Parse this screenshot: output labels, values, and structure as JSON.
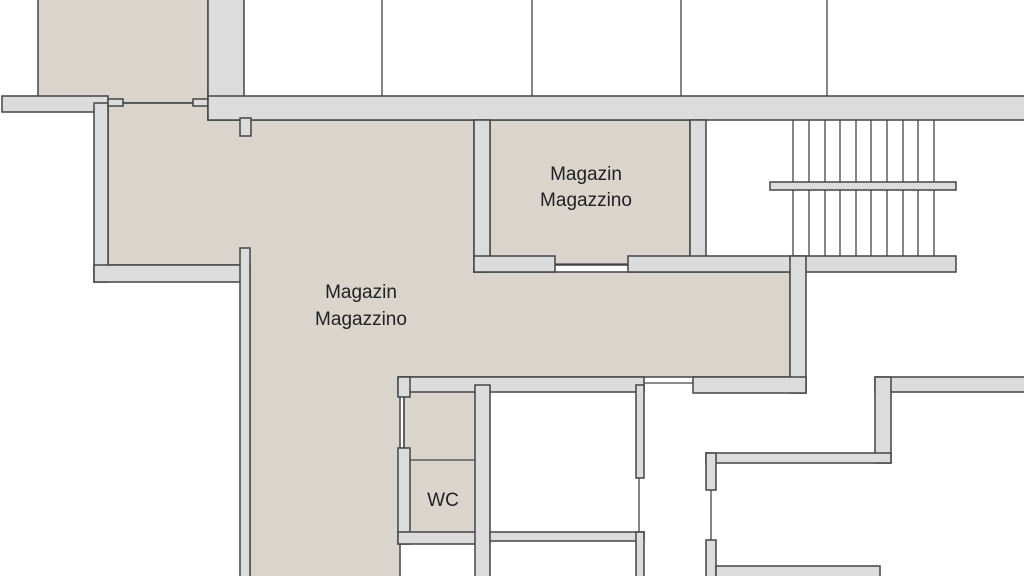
{
  "rooms": {
    "main": {
      "line1": "Magazin",
      "line2": "Magazzino"
    },
    "storage": {
      "line1": "Magazin",
      "line2": "Magazzino"
    },
    "wc": {
      "label": "WC"
    }
  },
  "colors": {
    "room_fill": "#d9d4cc",
    "wall_fill": "#dcdcdc",
    "outline": "#444444"
  }
}
